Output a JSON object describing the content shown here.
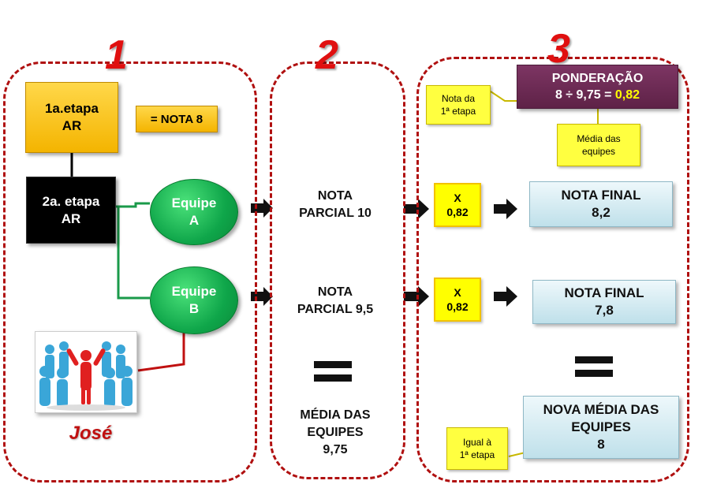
{
  "panels": {
    "n1": "1",
    "n2": "2",
    "n3": "3"
  },
  "panel1": {
    "stage1": [
      "1a.etapa",
      "AR"
    ],
    "nota8": "= NOTA 8",
    "stage2": [
      "2a. etapa",
      "AR"
    ],
    "teamA": [
      "Equipe",
      "A"
    ],
    "teamB": [
      "Equipe",
      "B"
    ],
    "name": "José"
  },
  "panel2": {
    "partialA": [
      "NOTA",
      "PARCIAL 10"
    ],
    "partialB": [
      "NOTA",
      "PARCIAL 9,5"
    ],
    "mean": [
      "MÉDIA DAS",
      "EQUIPES",
      "9,75"
    ]
  },
  "panel3": {
    "ponderacao_title": "PONDERAÇÃO",
    "ponderacao_formula": "8 ÷ 9,75 = ",
    "ponderacao_result": "0,82",
    "callout_nota": [
      "Nota da",
      "1ª etapa"
    ],
    "callout_media": [
      "Média das",
      "equipes"
    ],
    "multA": [
      "X",
      "0,82"
    ],
    "multB": [
      "X",
      "0,82"
    ],
    "finalA": [
      "NOTA FINAL",
      "8,2"
    ],
    "finalB": [
      "NOTA FINAL",
      "7,8"
    ],
    "newMean": [
      "NOVA MÉDIA DAS",
      "EQUIPES",
      "8"
    ],
    "callout_igual": [
      "Igual à",
      "1ª etapa"
    ]
  },
  "colors": {
    "panel_border": "#b01010",
    "number_red": "#e01010",
    "gold": "#f4b400",
    "green": "#0fa64a",
    "purple": "#6e2a55",
    "result_yellow": "#ffff00"
  }
}
